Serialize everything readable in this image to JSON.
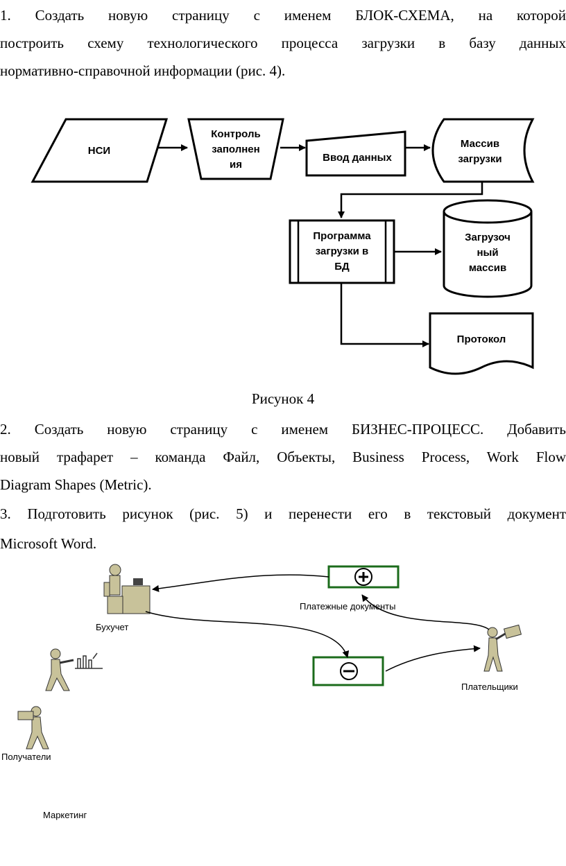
{
  "paragraph1": {
    "line1": "1.   Создать новую страницу с именем БЛОК-СХЕМА, на которой",
    "line2": "построить схему технологического процесса загрузки в базу данных",
    "line3": "нормативно-справочной информации (рис. 4)."
  },
  "flowchart": {
    "nsi": "НСИ",
    "control": [
      "Контроль",
      "заполнен",
      "ия"
    ],
    "input": "Ввод данных",
    "massiv": [
      "Массив",
      "загрузки"
    ],
    "program": [
      "Программа",
      "загрузки в",
      "БД"
    ],
    "loaded": [
      "Загрузоч",
      "ный",
      "массив"
    ],
    "protocol": "Протокол"
  },
  "caption4": "Рисунок 4",
  "paragraph2": {
    "line1": "2.   Создать новую страницу с именем БИЗНЕС-ПРОЦЕСС. Добавить",
    "line2": "новый трафарет – команда Файл,  Объекты, Business Process, Work Flow",
    "line3": "Diagram Shapes (Metric)."
  },
  "paragraph3": {
    "line1": "3.   Подготовить рисунок (рис. 5) и перенести его в текстовый документ",
    "line2": "Microsoft Word."
  },
  "business_diagram": {
    "accountant": "Бухучет",
    "payment_docs": "Платежные документы",
    "payers": "Плательщики",
    "recipients": "Получатели",
    "marketing": "Маркетинг",
    "colors": {
      "box_border": "#1b6b1b",
      "figure": "#c8c29a"
    }
  }
}
